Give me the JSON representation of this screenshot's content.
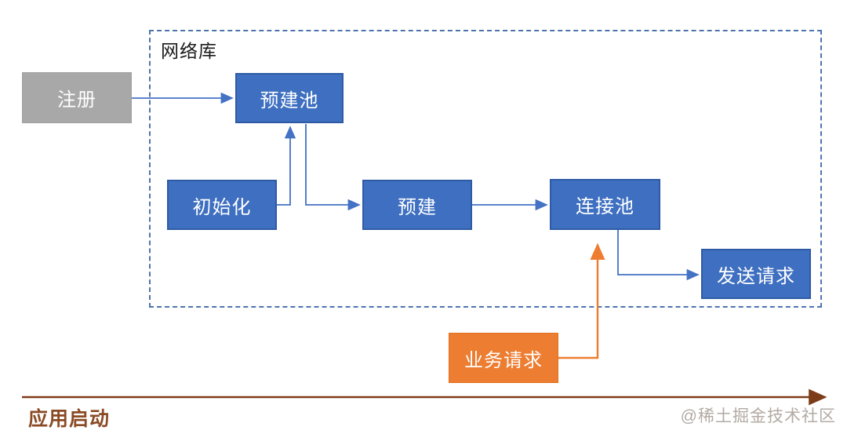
{
  "container": {
    "label": "网络库"
  },
  "nodes": {
    "register": {
      "label": "注册",
      "style": "gray"
    },
    "prebuild_pool": {
      "label": "预建池",
      "style": "blue"
    },
    "init": {
      "label": "初始化",
      "style": "blue"
    },
    "prebuild": {
      "label": "预建",
      "style": "blue"
    },
    "conn_pool": {
      "label": "连接池",
      "style": "blue"
    },
    "send_request": {
      "label": "发送请求",
      "style": "blue"
    },
    "biz_request": {
      "label": "业务请求",
      "style": "orange"
    }
  },
  "edges": [
    {
      "from": "注册",
      "to": "预建池",
      "color": "blue"
    },
    {
      "from": "初始化",
      "to": "预建池",
      "color": "blue"
    },
    {
      "from": "预建池",
      "to": "预建",
      "color": "blue"
    },
    {
      "from": "预建",
      "to": "连接池",
      "color": "blue"
    },
    {
      "from": "连接池",
      "to": "发送请求",
      "color": "blue"
    },
    {
      "from": "业务请求",
      "to": "连接池",
      "color": "orange"
    }
  ],
  "timeline": {
    "label": "应用启动"
  },
  "watermark": "@稀土掘金技术社区",
  "colors": {
    "node_blue": "#3e6fc0",
    "node_blue_border": "#2f5ba5",
    "node_gray": "#a8a8a8",
    "node_orange": "#ed7d31",
    "connector_blue": "#4472c4",
    "connector_orange": "#ed7d31",
    "timeline_arrow": "#7d3c18",
    "dashed_border": "#4e74ae",
    "watermark_gray": "#b3aaa3"
  }
}
